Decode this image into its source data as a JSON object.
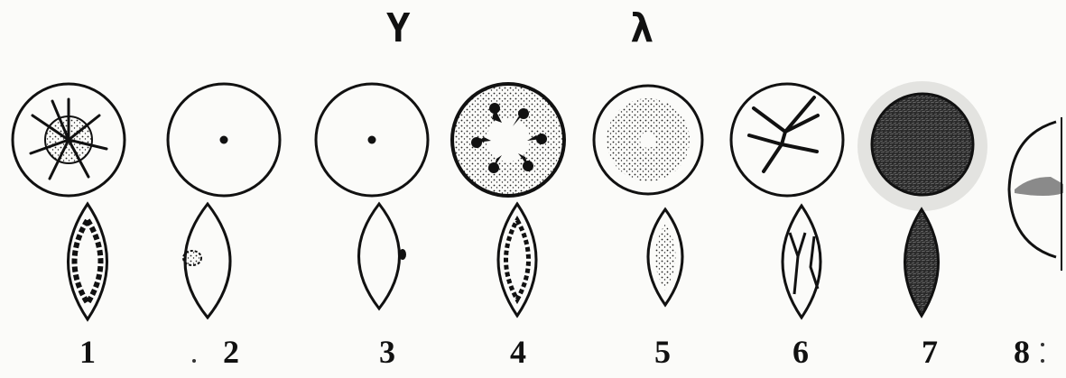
{
  "header": {
    "symbol_left": "Y",
    "symbol_right": "λ"
  },
  "figures": [
    {
      "number": "1",
      "label_icon": "star-cataract-icon"
    },
    {
      "number": "2",
      "label_icon": "anterior-polar-dot-icon"
    },
    {
      "number": "3",
      "label_icon": "posterior-polar-dot-icon"
    },
    {
      "number": "4",
      "label_icon": "rosette-cataract-icon"
    },
    {
      "number": "5",
      "label_icon": "punctate-cataract-icon"
    },
    {
      "number": "6",
      "label_icon": "sutural-cataract-icon"
    },
    {
      "number": "7",
      "label_icon": "total-cataract-icon"
    },
    {
      "number": "8",
      "label_icon": "zonular-cataract-icon"
    }
  ],
  "colors": {
    "ink": "#111111",
    "background": "#fbfbf9",
    "dense_fill": "#2a2a2a",
    "zonular_band": "#8a8a8a"
  }
}
